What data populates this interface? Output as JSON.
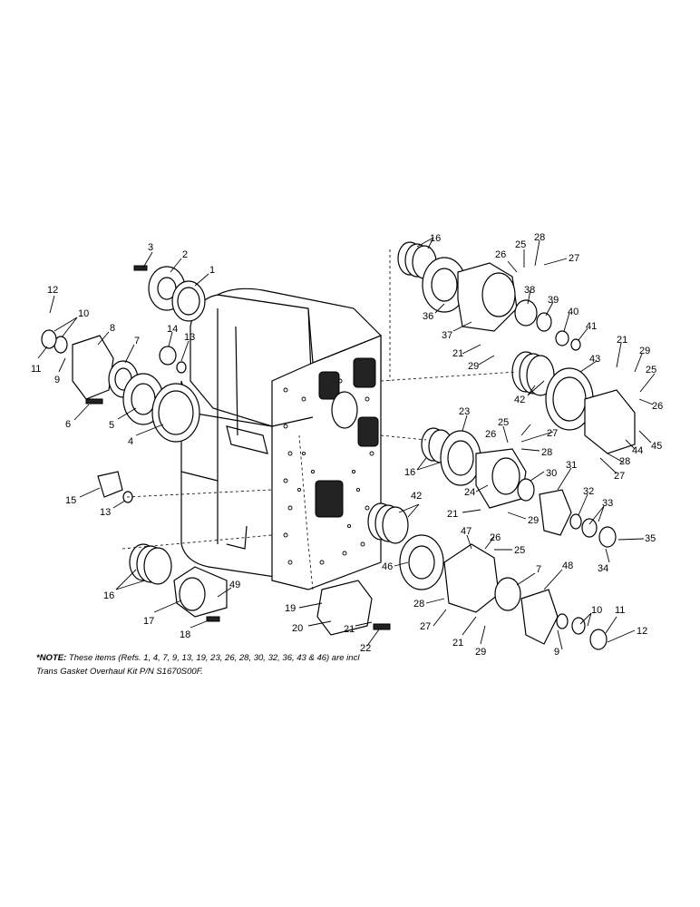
{
  "note": {
    "prefix": "*NOTE:",
    "text": "These items (Refs. 1, 4, 7, 9, 13, 19, 23, 26, 28, 30, 32, 36, 43 & 46) are incl Trans Gasket Overhaul Kit P/N S1670S00F."
  },
  "callouts": [
    "1",
    "2",
    "3",
    "4",
    "5",
    "6",
    "7",
    "8",
    "9",
    "10",
    "11",
    "12",
    "13",
    "14",
    "15",
    "16",
    "17",
    "18",
    "19",
    "20",
    "21",
    "22",
    "23",
    "24",
    "25",
    "26",
    "27",
    "28",
    "29",
    "30",
    "31",
    "32",
    "33",
    "34",
    "35",
    "36",
    "37",
    "38",
    "39",
    "40",
    "41",
    "42",
    "43",
    "44",
    "45",
    "46",
    "47",
    "48",
    "49"
  ],
  "labels": [
    {
      "id": "3",
      "text": "3"
    },
    {
      "id": "2",
      "text": "2"
    },
    {
      "id": "1",
      "text": "1"
    },
    {
      "id": "12a",
      "text": "12"
    },
    {
      "id": "10a",
      "text": "10"
    },
    {
      "id": "8",
      "text": "8"
    },
    {
      "id": "7a",
      "text": "7"
    },
    {
      "id": "11a",
      "text": "11"
    },
    {
      "id": "9a",
      "text": "9"
    },
    {
      "id": "14",
      "text": "14"
    },
    {
      "id": "13a",
      "text": "13"
    },
    {
      "id": "6",
      "text": "6"
    },
    {
      "id": "5",
      "text": "5"
    },
    {
      "id": "4",
      "text": "4"
    },
    {
      "id": "15",
      "text": "15"
    },
    {
      "id": "13b",
      "text": "13"
    },
    {
      "id": "16a",
      "text": "16"
    },
    {
      "id": "16b",
      "text": "16"
    },
    {
      "id": "16c",
      "text": "16"
    },
    {
      "id": "17",
      "text": "17"
    },
    {
      "id": "18",
      "text": "18"
    },
    {
      "id": "49",
      "text": "49"
    },
    {
      "id": "19",
      "text": "19"
    },
    {
      "id": "20",
      "text": "20"
    },
    {
      "id": "21a",
      "text": "21"
    },
    {
      "id": "22",
      "text": "22"
    },
    {
      "id": "36",
      "text": "36"
    },
    {
      "id": "37",
      "text": "37"
    },
    {
      "id": "26a",
      "text": "26"
    },
    {
      "id": "25a",
      "text": "25"
    },
    {
      "id": "28a",
      "text": "28"
    },
    {
      "id": "27a",
      "text": "27"
    },
    {
      "id": "38",
      "text": "38"
    },
    {
      "id": "39",
      "text": "39"
    },
    {
      "id": "40",
      "text": "40"
    },
    {
      "id": "41",
      "text": "41"
    },
    {
      "id": "21b",
      "text": "21"
    },
    {
      "id": "29a",
      "text": "29"
    },
    {
      "id": "21c",
      "text": "21"
    },
    {
      "id": "29b",
      "text": "29"
    },
    {
      "id": "25b",
      "text": "25"
    },
    {
      "id": "43",
      "text": "43"
    },
    {
      "id": "42a",
      "text": "42"
    },
    {
      "id": "26b",
      "text": "26"
    },
    {
      "id": "45",
      "text": "45"
    },
    {
      "id": "44",
      "text": "44"
    },
    {
      "id": "28b",
      "text": "28"
    },
    {
      "id": "27b",
      "text": "27"
    },
    {
      "id": "23",
      "text": "23"
    },
    {
      "id": "26c",
      "text": "26"
    },
    {
      "id": "25c",
      "text": "25"
    },
    {
      "id": "27c",
      "text": "27"
    },
    {
      "id": "28c",
      "text": "28"
    },
    {
      "id": "24",
      "text": "24"
    },
    {
      "id": "30",
      "text": "30"
    },
    {
      "id": "31",
      "text": "31"
    },
    {
      "id": "21d",
      "text": "21"
    },
    {
      "id": "29c",
      "text": "29"
    },
    {
      "id": "32",
      "text": "32"
    },
    {
      "id": "33",
      "text": "33"
    },
    {
      "id": "35",
      "text": "35"
    },
    {
      "id": "34",
      "text": "34"
    },
    {
      "id": "42b",
      "text": "42"
    },
    {
      "id": "46",
      "text": "46"
    },
    {
      "id": "47",
      "text": "47"
    },
    {
      "id": "26d",
      "text": "26"
    },
    {
      "id": "25d",
      "text": "25"
    },
    {
      "id": "7b",
      "text": "7"
    },
    {
      "id": "48",
      "text": "48"
    },
    {
      "id": "28d",
      "text": "28"
    },
    {
      "id": "27d",
      "text": "27"
    },
    {
      "id": "21e",
      "text": "21"
    },
    {
      "id": "29d",
      "text": "29"
    },
    {
      "id": "10b",
      "text": "10"
    },
    {
      "id": "11b",
      "text": "11"
    },
    {
      "id": "9b",
      "text": "9"
    },
    {
      "id": "12b",
      "text": "12"
    }
  ]
}
